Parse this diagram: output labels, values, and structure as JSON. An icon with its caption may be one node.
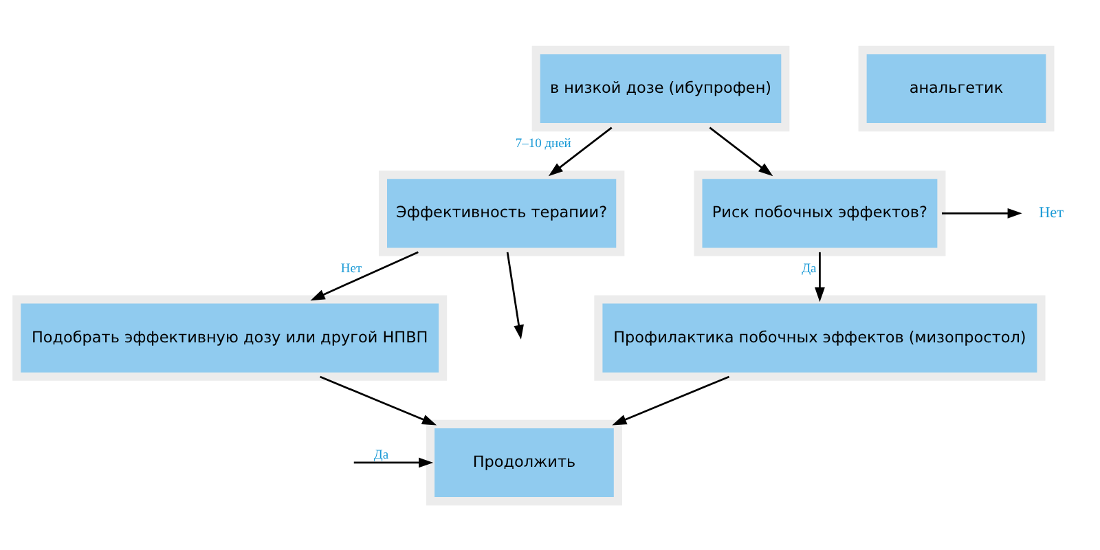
{
  "diagram": {
    "nodes": [
      {
        "text": [
          "в низкой дозе (ибупрофен)"
        ]
      },
      {
        "text": [
          "анальгетик"
        ]
      },
      {
        "text": [
          "Эффективность терапии?"
        ]
      },
      {
        "text": [
          "Риск побочных эффектов?"
        ]
      },
      {
        "text": [
          "Нет"
        ]
      },
      {
        "text": [
          "Подобрать эффективную дозу или другой НПВП"
        ]
      },
      {
        "text": [
          "Профилактика побочных эффектов (мизопростол)"
        ]
      },
      {
        "text": [
          "Продолжить"
        ]
      }
    ],
    "edges": [
      {
        "from": 0,
        "to": 2,
        "arrow": "to",
        "label": "7–10 дней"
      },
      {
        "from": 0,
        "to": 3,
        "arrow": "to"
      },
      {
        "from": 3,
        "to": 4,
        "arrow": "to"
      },
      {
        "from": 2,
        "to": 5,
        "arrow": "to",
        "label": "Нет"
      },
      {
        "from": 3,
        "to": 6,
        "arrow": "to",
        "label": "Да"
      },
      {
        "from": 5,
        "to": 7,
        "arrow": "to"
      },
      {
        "from": 6,
        "to": 7,
        "arrow": "to"
      },
      {
        "from": 2,
        "to": null,
        "arrow": "to"
      },
      {
        "from": null,
        "to": 7,
        "arrow": "to",
        "label": "Да"
      }
    ]
  }
}
